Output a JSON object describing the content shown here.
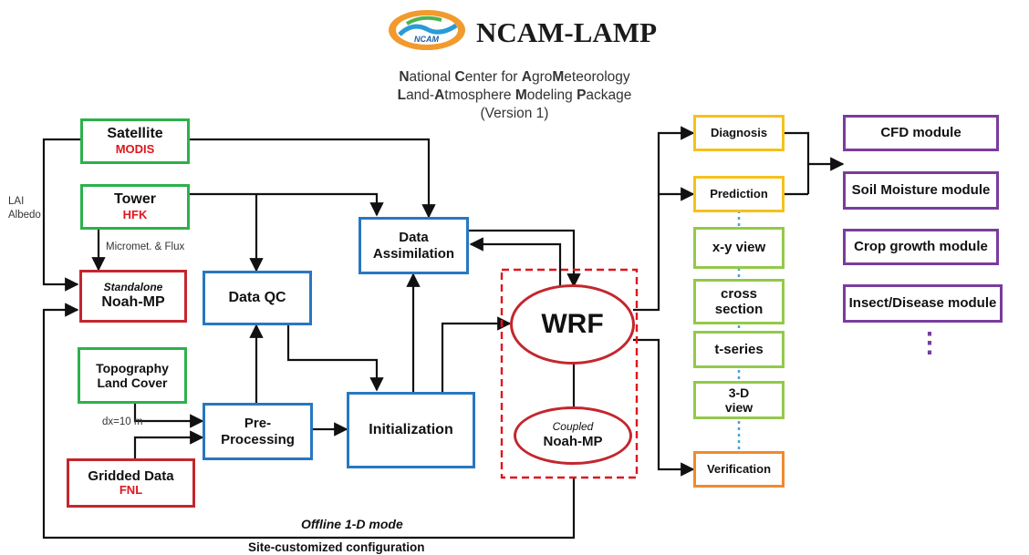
{
  "header": {
    "logo_text": "NCAM",
    "brand": "NCAM-LAMP",
    "line1": [
      {
        "b": "N",
        "r": "ational "
      },
      {
        "b": "C",
        "r": "enter for "
      },
      {
        "b": "A",
        "r": "gro"
      },
      {
        "b": "M",
        "r": "eteorology"
      }
    ],
    "line2": [
      {
        "b": "L",
        "r": "and-"
      },
      {
        "b": "A",
        "r": "tmosphere "
      },
      {
        "b": "M",
        "r": "odeling "
      },
      {
        "b": "P",
        "r": "ackage"
      }
    ],
    "version": "(Version 1)"
  },
  "inputs": {
    "satellite": {
      "title": "Satellite",
      "sub": "MODIS"
    },
    "tower": {
      "title": "Tower",
      "sub": "HFK"
    },
    "standalone": {
      "title": "Standalone",
      "sub": "Noah-MP"
    },
    "topography": {
      "line1": "Topography",
      "line2": "Land Cover"
    },
    "gridded": {
      "title": "Gridded Data",
      "sub": "FNL"
    }
  },
  "processing": {
    "data_qc": "Data QC",
    "data_assim": {
      "line1": "Data",
      "line2": "Assimilation"
    },
    "preproc": {
      "line1": "Pre-",
      "line2": "Processing"
    },
    "init": "Initialization"
  },
  "model": {
    "wrf": "WRF",
    "coupled": {
      "title": "Coupled",
      "sub": "Noah-MP"
    }
  },
  "outputs": {
    "diagnosis": "Diagnosis",
    "prediction": "Prediction",
    "xy_view": "x-y view",
    "cross": {
      "line1": "cross",
      "line2": "section"
    },
    "tseries": "t-series",
    "view3d": {
      "line1": "3-D",
      "line2": "view"
    },
    "verification": "Verification"
  },
  "modules": [
    "CFD module",
    "Soil Moisture module",
    "Crop growth module",
    "Insect/Disease module"
  ],
  "modules_more": "⋮",
  "labels": {
    "lai": "LAI",
    "albedo": "Albedo",
    "micromet": "Micromet. & Flux",
    "dx": "dx=10 m",
    "offline": "Offline 1-D mode",
    "site": "Site-customized configuration"
  },
  "colors": {
    "green": "#2db14a",
    "red": "#c4262e",
    "blue": "#2877c2",
    "yellow": "#f5c11c",
    "lightgreen": "#93c94a",
    "orange": "#ef8b2c",
    "purple": "#7a3c9e",
    "highlight_red": "#e0151c"
  }
}
